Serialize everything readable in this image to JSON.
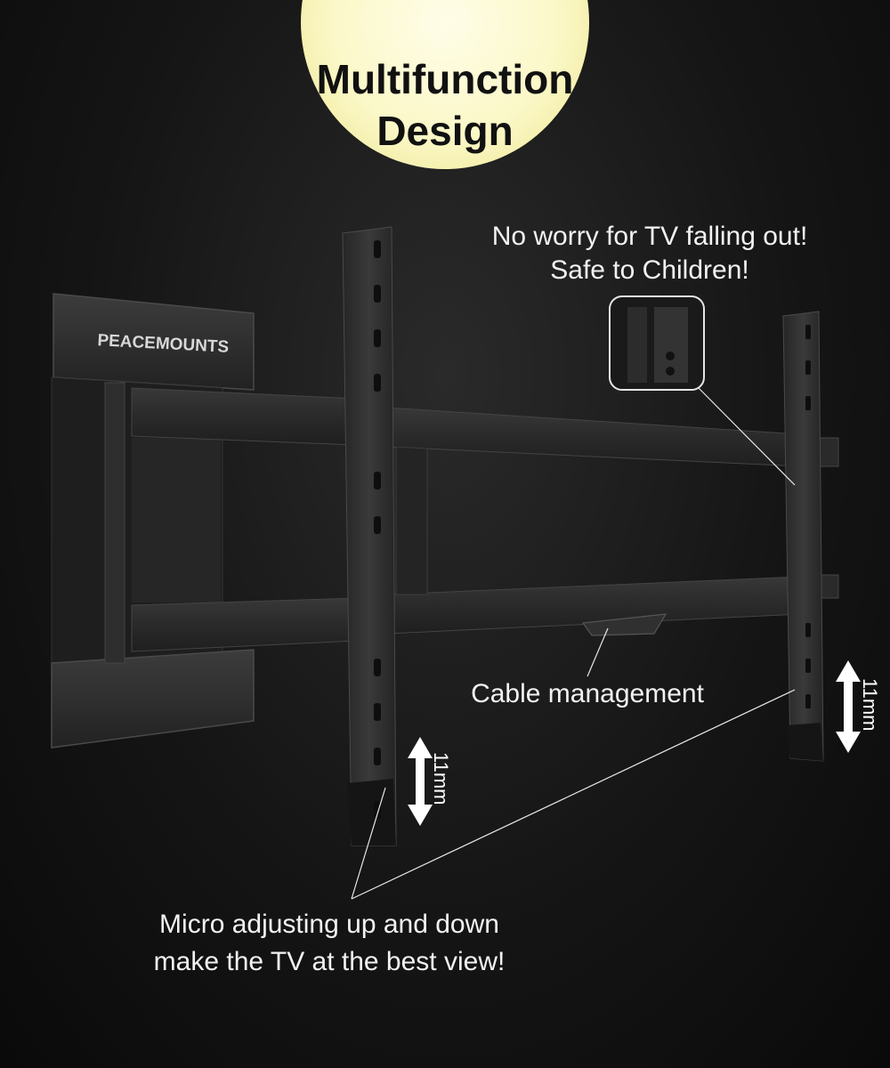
{
  "heading": {
    "line1": "Multifunction",
    "line2": "Design"
  },
  "brand_label": "PEACEMOUNTS",
  "captions": {
    "safety_line1": "No worry for TV falling out!",
    "safety_line2": "Safe to Children!",
    "cable": "Cable management",
    "micro_line1": "Micro adjusting up and down",
    "micro_line2": "make the TV at the best view!"
  },
  "dimension_label": "11mm",
  "colors": {
    "glow": "#fbf8c8",
    "metal": "#2b2b2b",
    "text": "#f2f2f2",
    "title": "#111111"
  }
}
